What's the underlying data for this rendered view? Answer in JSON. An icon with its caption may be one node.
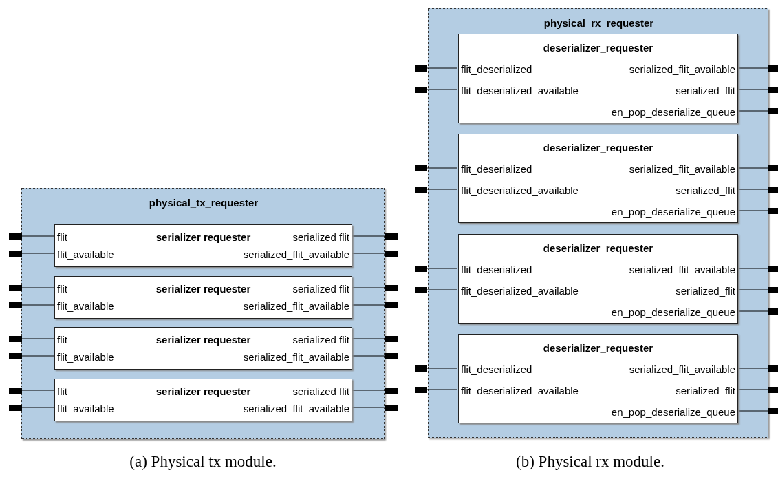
{
  "diagram": {
    "nodes": [
      {
        "text": [
          "physical_tx_requester"
        ]
      },
      {
        "text": [
          "flit",
          "serializer requester",
          "serialized flit",
          "flit_available",
          "serialized_flit_available"
        ],
        "in": 0
      },
      {
        "text": [
          "flit",
          "serializer requester",
          "serialized flit",
          "flit_available",
          "serialized_flit_available"
        ],
        "in": 0
      },
      {
        "text": [
          "flit",
          "serializer requester",
          "serialized flit",
          "flit_available",
          "serialized_flit_available"
        ],
        "in": 0
      },
      {
        "text": [
          "flit",
          "serializer requester",
          "serialized flit",
          "flit_available",
          "serialized_flit_available"
        ],
        "in": 0
      },
      {
        "text": [
          "physical_rx_requester"
        ]
      },
      {
        "text": [
          "deserializer_requester",
          "flit_deserialized",
          "flit_deserialized_available",
          "serialized_flit_available",
          "serialized_flit",
          "en_pop_deserialize_queue"
        ],
        "in": 5
      },
      {
        "text": [
          "deserializer_requester",
          "flit_deserialized",
          "flit_deserialized_available",
          "serialized_flit_available",
          "serialized_flit",
          "en_pop_deserialize_queue"
        ],
        "in": 5
      },
      {
        "text": [
          "deserializer_requester",
          "flit_deserialized",
          "flit_deserialized_available",
          "serialized_flit_available",
          "serialized_flit",
          "en_pop_deserialize_queue"
        ],
        "in": 5
      },
      {
        "text": [
          "deserializer_requester",
          "flit_deserialized",
          "flit_deserialized_available",
          "serialized_flit_available",
          "serialized_flit",
          "en_pop_deserialize_queue"
        ],
        "in": 5
      },
      {
        "text": [],
        "shape": "bar"
      },
      {
        "text": [],
        "shape": "bar"
      },
      {
        "text": [],
        "shape": "bar"
      },
      {
        "text": [],
        "shape": "bar"
      },
      {
        "text": [],
        "shape": "bar"
      },
      {
        "text": [],
        "shape": "bar"
      },
      {
        "text": [],
        "shape": "bar"
      },
      {
        "text": [],
        "shape": "bar"
      },
      {
        "text": [],
        "shape": "bar"
      },
      {
        "text": [],
        "shape": "bar"
      },
      {
        "text": [],
        "shape": "bar"
      },
      {
        "text": [],
        "shape": "bar"
      },
      {
        "text": [],
        "shape": "bar"
      },
      {
        "text": [],
        "shape": "bar"
      },
      {
        "text": [],
        "shape": "bar"
      },
      {
        "text": [],
        "shape": "bar"
      },
      {
        "text": [],
        "shape": "bar"
      },
      {
        "text": [],
        "shape": "bar"
      },
      {
        "text": [],
        "shape": "bar"
      },
      {
        "text": [],
        "shape": "bar"
      },
      {
        "text": [],
        "shape": "bar"
      },
      {
        "text": [],
        "shape": "bar"
      },
      {
        "text": [],
        "shape": "bar"
      },
      {
        "text": [],
        "shape": "bar"
      },
      {
        "text": [],
        "shape": "bar"
      },
      {
        "text": [],
        "shape": "bar"
      },
      {
        "text": [],
        "shape": "bar"
      },
      {
        "text": [],
        "shape": "bar"
      },
      {
        "text": [],
        "shape": "bar"
      },
      {
        "text": [],
        "shape": "bar"
      },
      {
        "text": [],
        "shape": "bar"
      },
      {
        "text": [],
        "shape": "bar"
      },
      {
        "text": [],
        "shape": "bar"
      },
      {
        "text": [],
        "shape": "bar"
      },
      {
        "text": [],
        "shape": "bar"
      },
      {
        "text": [],
        "shape": "bar"
      }
    ],
    "edges": [
      {
        "from": 10,
        "to": 1,
        "arrow": "none"
      },
      {
        "from": 11,
        "to": 1,
        "arrow": "none"
      },
      {
        "from": 1,
        "to": 12,
        "arrow": "none"
      },
      {
        "from": 1,
        "to": 13,
        "arrow": "none"
      },
      {
        "from": 14,
        "to": 2,
        "arrow": "none"
      },
      {
        "from": 15,
        "to": 2,
        "arrow": "none"
      },
      {
        "from": 2,
        "to": 16,
        "arrow": "none"
      },
      {
        "from": 2,
        "to": 17,
        "arrow": "none"
      },
      {
        "from": 18,
        "to": 3,
        "arrow": "none"
      },
      {
        "from": 19,
        "to": 3,
        "arrow": "none"
      },
      {
        "from": 3,
        "to": 20,
        "arrow": "none"
      },
      {
        "from": 3,
        "to": 21,
        "arrow": "none"
      },
      {
        "from": 22,
        "to": 4,
        "arrow": "none"
      },
      {
        "from": 23,
        "to": 4,
        "arrow": "none"
      },
      {
        "from": 4,
        "to": 24,
        "arrow": "none"
      },
      {
        "from": 4,
        "to": 25,
        "arrow": "none"
      },
      {
        "from": 26,
        "to": 6,
        "arrow": "none"
      },
      {
        "from": 27,
        "to": 6,
        "arrow": "none"
      },
      {
        "from": 6,
        "to": 28,
        "arrow": "none"
      },
      {
        "from": 6,
        "to": 29,
        "arrow": "none"
      },
      {
        "from": 6,
        "to": 30,
        "arrow": "none"
      },
      {
        "from": 31,
        "to": 7,
        "arrow": "none"
      },
      {
        "from": 32,
        "to": 7,
        "arrow": "none"
      },
      {
        "from": 7,
        "to": 33,
        "arrow": "none"
      },
      {
        "from": 7,
        "to": 34,
        "arrow": "none"
      },
      {
        "from": 7,
        "to": 35,
        "arrow": "none"
      },
      {
        "from": 36,
        "to": 8,
        "arrow": "none"
      },
      {
        "from": 37,
        "to": 8,
        "arrow": "none"
      },
      {
        "from": 8,
        "to": 38,
        "arrow": "none"
      },
      {
        "from": 8,
        "to": 39,
        "arrow": "none"
      },
      {
        "from": 8,
        "to": 40,
        "arrow": "none"
      },
      {
        "from": 41,
        "to": 9,
        "arrow": "none"
      },
      {
        "from": 42,
        "to": 9,
        "arrow": "none"
      },
      {
        "from": 9,
        "to": 43,
        "arrow": "none"
      },
      {
        "from": 9,
        "to": 44,
        "arrow": "none"
      },
      {
        "from": 9,
        "to": 45,
        "arrow": "none"
      }
    ],
    "labels": [
      "(a) Physical tx module.",
      "(b) Physical rx module."
    ]
  }
}
